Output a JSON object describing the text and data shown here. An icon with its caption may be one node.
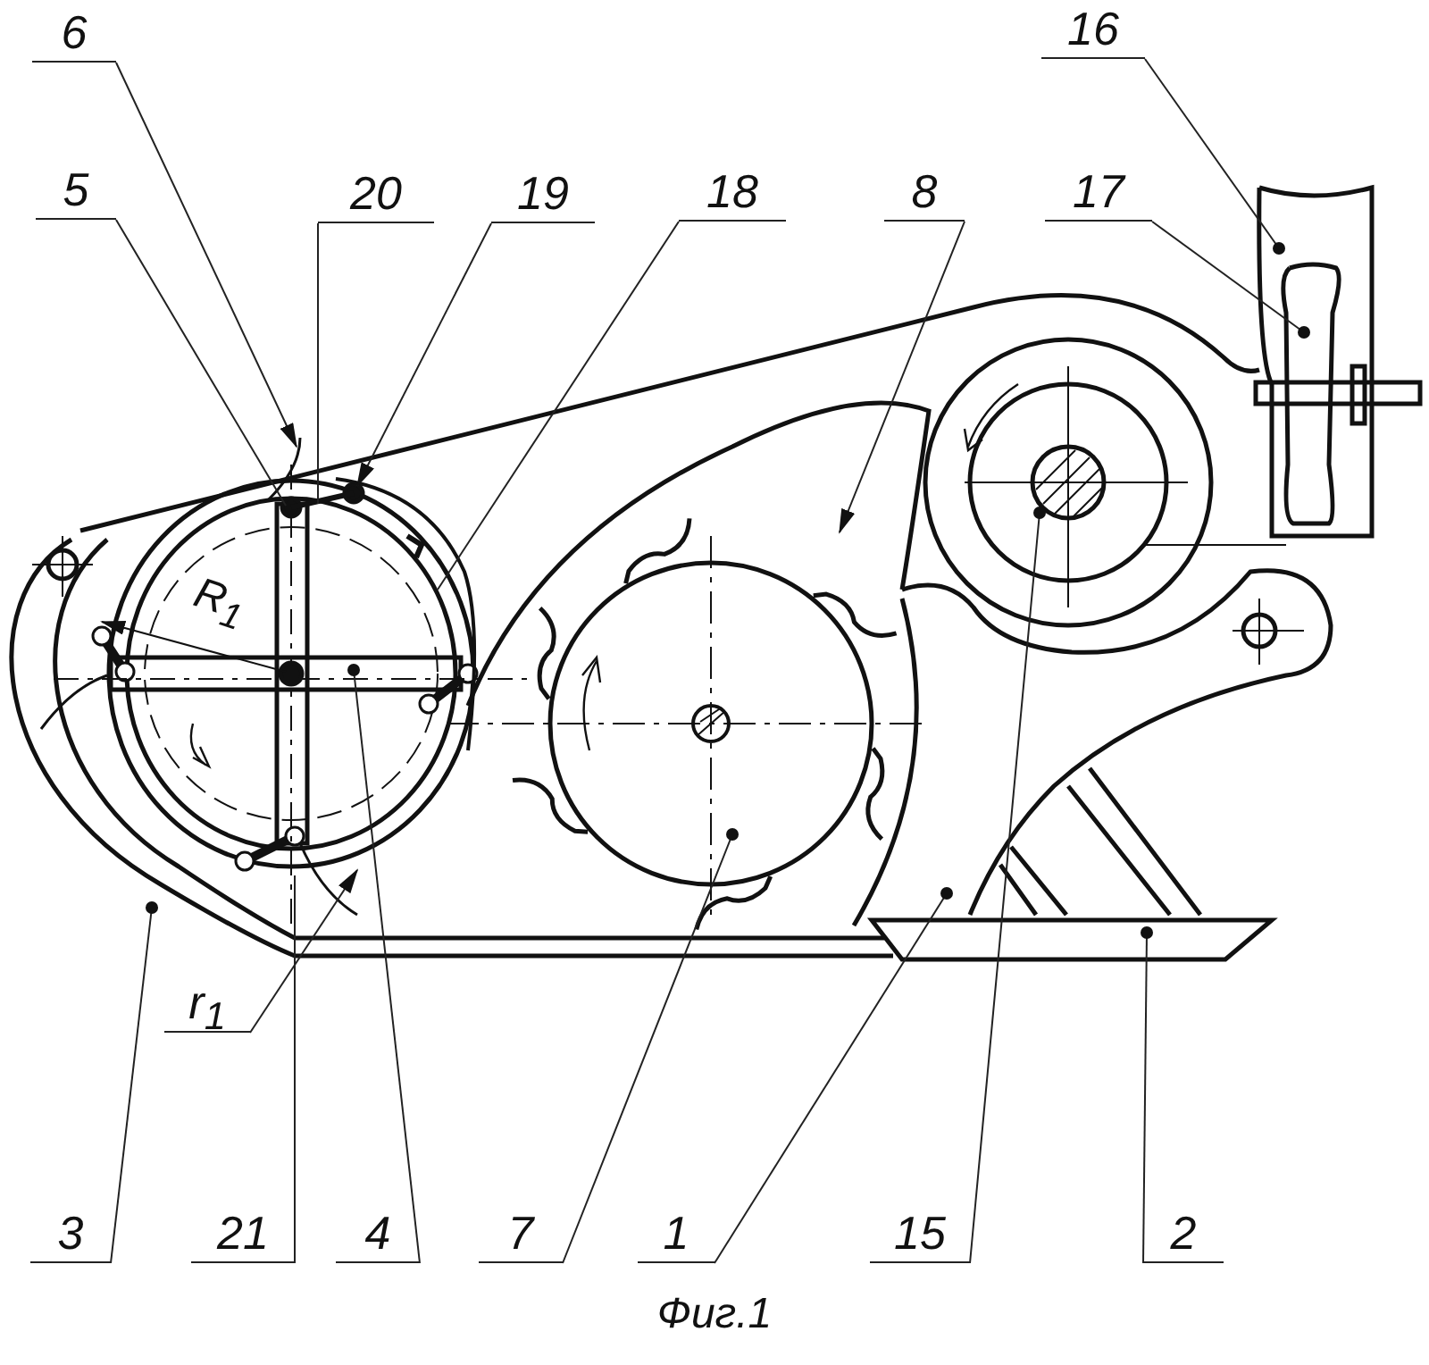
{
  "diagram": {
    "caption": "Фиг.1",
    "nodes": [
      {
        "text": [
          "6"
        ]
      },
      {
        "text": [
          "16"
        ]
      },
      {
        "text": [
          "5"
        ]
      },
      {
        "text": [
          "20"
        ]
      },
      {
        "text": [
          "19"
        ]
      },
      {
        "text": [
          "18"
        ]
      },
      {
        "text": [
          "8"
        ]
      },
      {
        "text": [
          "17"
        ]
      },
      {
        "text": [
          "r$_{1}$"
        ]
      },
      {
        "text": [
          "3"
        ]
      },
      {
        "text": [
          "21"
        ]
      },
      {
        "text": [
          "4"
        ]
      },
      {
        "text": [
          "7"
        ]
      },
      {
        "text": [
          "1"
        ]
      },
      {
        "text": [
          "15"
        ]
      },
      {
        "text": [
          "2"
        ]
      }
    ],
    "edges": [
      {
        "from": 0,
        "to": null,
        "arrow": "to"
      },
      {
        "from": 1,
        "to": null,
        "arrow": "other"
      },
      {
        "from": 2,
        "to": null,
        "arrow": "none"
      },
      {
        "from": 3,
        "to": null,
        "arrow": "none"
      },
      {
        "from": 4,
        "to": null,
        "arrow": "to"
      },
      {
        "from": 5,
        "to": null,
        "arrow": "none"
      },
      {
        "from": 6,
        "to": null,
        "arrow": "to"
      },
      {
        "from": 7,
        "to": null,
        "arrow": "other"
      },
      {
        "from": 8,
        "to": null,
        "arrow": "to"
      },
      {
        "from": 9,
        "to": null,
        "arrow": "other"
      },
      {
        "from": 10,
        "to": null,
        "arrow": "none"
      },
      {
        "from": 11,
        "to": null,
        "arrow": "other"
      },
      {
        "from": 12,
        "to": null,
        "arrow": "other"
      },
      {
        "from": 13,
        "to": null,
        "arrow": "other"
      },
      {
        "from": 14,
        "to": null,
        "arrow": "other"
      },
      {
        "from": 15,
        "to": null,
        "arrow": "other"
      }
    ],
    "labels": [
      "R$_{1}$"
    ]
  }
}
